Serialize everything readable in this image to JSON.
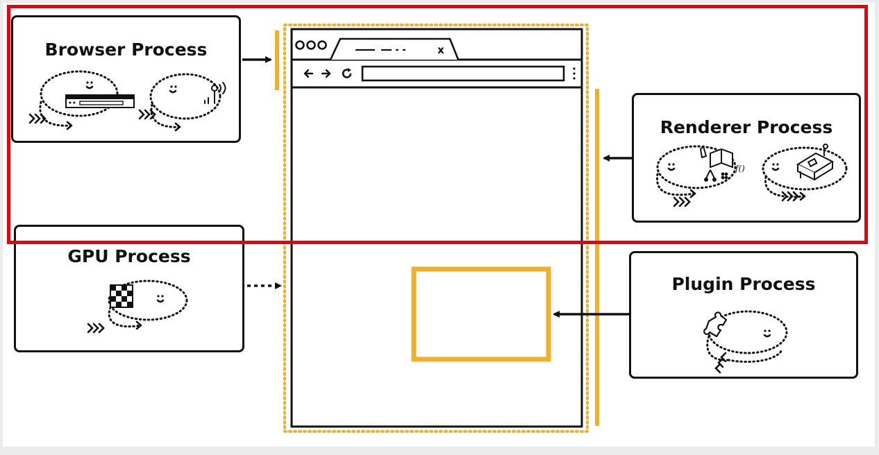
{
  "processes": {
    "browser": {
      "label": "Browser Process"
    },
    "renderer": {
      "label": "Renderer Process"
    },
    "gpu": {
      "label": "GPU Process"
    },
    "plugin": {
      "label": "Plugin Process"
    }
  },
  "browser_window": {
    "tab_close_glyph": "x",
    "back_icon": "arrow-left-icon",
    "forward_icon": "arrow-right-icon",
    "reload_icon": "reload-icon",
    "menu_icon": "kebab-menu-icon"
  },
  "colors": {
    "accent": "#f0b02c",
    "highlight": "#e8000b",
    "ink": "#111111"
  }
}
